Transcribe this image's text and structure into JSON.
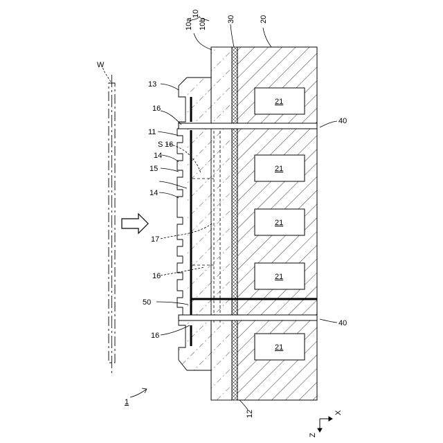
{
  "labels": {
    "w": "W",
    "r10a": "10a",
    "r10": "10",
    "r10b": "10b",
    "r30": "30",
    "r20": "20",
    "r13": "13",
    "r16": "16",
    "r11": "11",
    "r15": "15",
    "r14": "14",
    "rS": "S",
    "r17": "17",
    "r50": "50",
    "r40": "40",
    "r21": "21",
    "r12": "12",
    "r1": "1",
    "axis_x": "X",
    "axis_z": "Z"
  },
  "colors": {
    "ink": "#000000",
    "paper": "#ffffff"
  }
}
